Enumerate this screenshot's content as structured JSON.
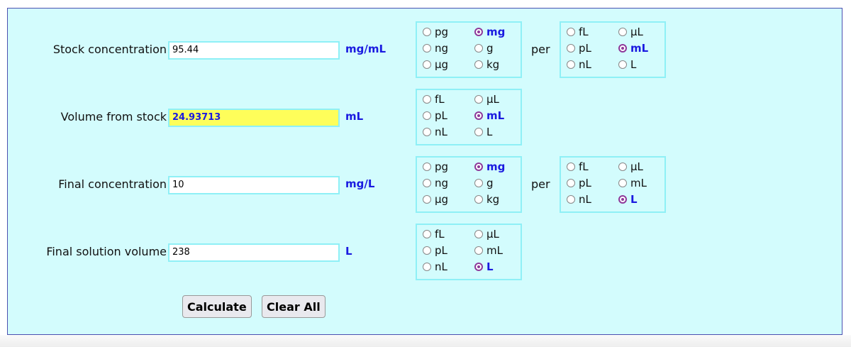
{
  "rows": [
    {
      "key": "stock",
      "label": "Stock concentration",
      "value": "95.44",
      "unit": "mg/mL",
      "result": false,
      "mass": {
        "options": [
          "pg",
          "ng",
          "µg",
          "mg",
          "g",
          "kg"
        ],
        "selected": "mg"
      },
      "per": "per",
      "volume": {
        "options": [
          "fL",
          "pL",
          "nL",
          "µL",
          "mL",
          "L"
        ],
        "selected": "mL"
      }
    },
    {
      "key": "volume-from-stock",
      "label": "Volume from stock",
      "value": "24.93713",
      "unit": "mL",
      "result": true,
      "volume": {
        "options": [
          "fL",
          "pL",
          "nL",
          "µL",
          "mL",
          "L"
        ],
        "selected": "mL"
      }
    },
    {
      "key": "final-concentration",
      "label": "Final concentration",
      "value": "10",
      "unit": "mg/L",
      "result": false,
      "mass": {
        "options": [
          "pg",
          "ng",
          "µg",
          "mg",
          "g",
          "kg"
        ],
        "selected": "mg"
      },
      "per": "per",
      "volume": {
        "options": [
          "fL",
          "pL",
          "nL",
          "µL",
          "mL",
          "L"
        ],
        "selected": "L"
      }
    },
    {
      "key": "final-solution-volume",
      "label": "Final solution volume",
      "value": "238",
      "unit": "L",
      "result": false,
      "volume": {
        "options": [
          "fL",
          "pL",
          "nL",
          "µL",
          "mL",
          "L"
        ],
        "selected": "L"
      }
    }
  ],
  "buttons": {
    "calculate": "Calculate",
    "clear": "Clear All"
  },
  "colors": {
    "panel_bg": "#d3fcfd",
    "accent": "#1a1ae0",
    "result_bg": "#fefe5a",
    "radio_selected": "#8e3a9a"
  }
}
